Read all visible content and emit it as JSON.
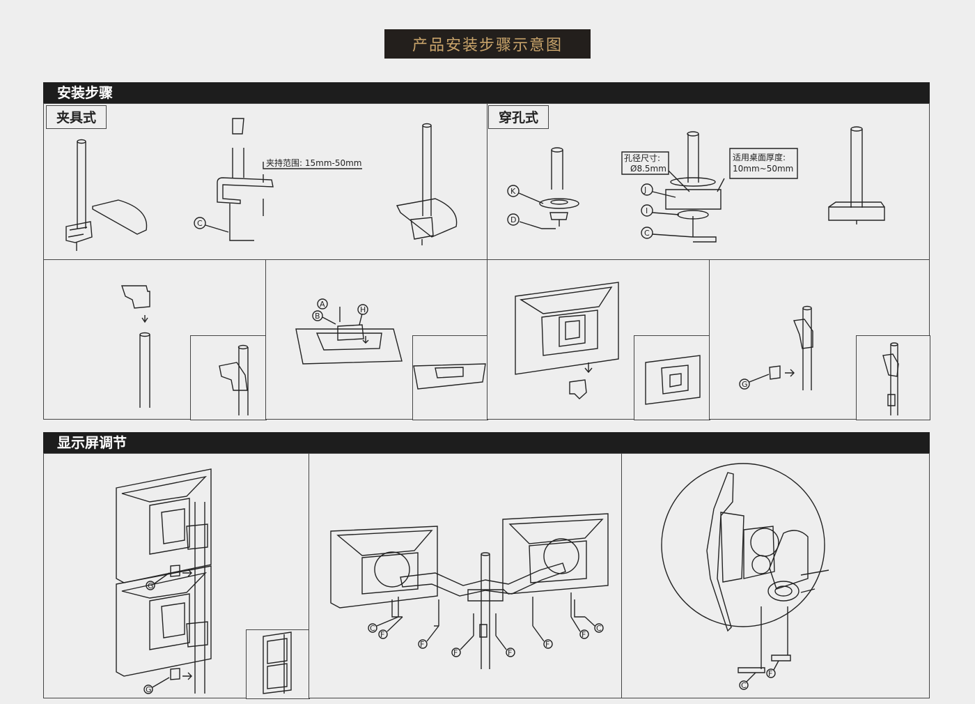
{
  "title": "产品安装步骤示意图",
  "sections": {
    "install": "安装步骤",
    "adjust": "显示屏调节"
  },
  "methods": {
    "clamp": "夹具式",
    "grommet": "穿孔式"
  },
  "callouts": {
    "clamp_range": "夹持范围: 15mm-50mm",
    "hole_size_title": "孔径尺寸:",
    "hole_size_value": "Ø8.5mm",
    "desk_thickness_title": "适用桌面厚度:",
    "desk_thickness_value": "10mm~50mm"
  },
  "part_letters": {
    "a": "A",
    "b": "B",
    "c": "C",
    "d": "D",
    "f": "F",
    "g": "G",
    "h": "H",
    "i": "I",
    "j": "J",
    "k": "K"
  },
  "colors": {
    "title_bg": "#231f1c",
    "title_text": "#c9a46b",
    "bar_bg": "#1d1d1d",
    "background": "#eeeeee"
  }
}
